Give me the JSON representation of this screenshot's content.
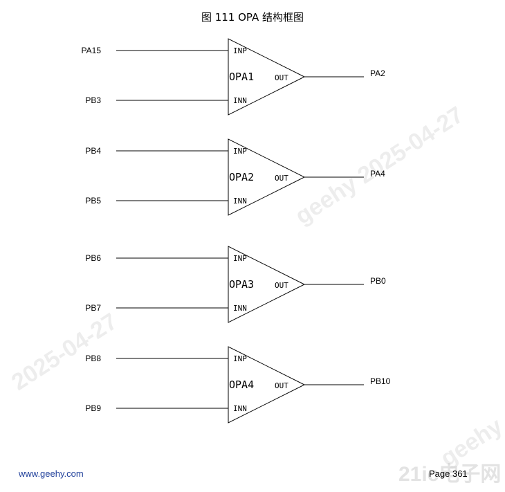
{
  "title": "图  111 OPA 结构框图",
  "watermarks": [
    "geehy 2025-04-27",
    "2025-04-27",
    "geehy"
  ],
  "footer": {
    "website": "www.geehy.com",
    "page": "Page  361",
    "logo": "21ic电子网"
  },
  "opas": [
    {
      "name": "OPA1",
      "inp_label": "INP",
      "inn_label": "INN",
      "out_label": "OUT",
      "inp_pin": "PA15",
      "inn_pin": "PB3",
      "out_pin": "PA2"
    },
    {
      "name": "OPA2",
      "inp_label": "INP",
      "inn_label": "INN",
      "out_label": "OUT",
      "inp_pin": "PB4",
      "inn_pin": "PB5",
      "out_pin": "PA4"
    },
    {
      "name": "OPA3",
      "inp_label": "INP",
      "inn_label": "INN",
      "out_label": "OUT",
      "inp_pin": "PB6",
      "inn_pin": "PB7",
      "out_pin": "PB0"
    },
    {
      "name": "OPA4",
      "inp_label": "INP",
      "inn_label": "INN",
      "out_label": "OUT",
      "inp_pin": "PB8",
      "inn_pin": "PB9",
      "out_pin": "PB10"
    }
  ]
}
